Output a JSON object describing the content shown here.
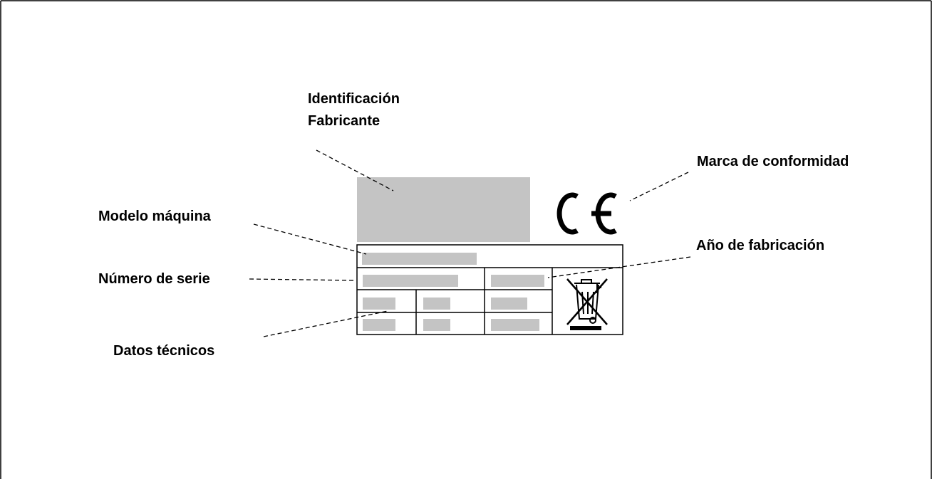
{
  "labels": {
    "manufacturer_line1": "Identificación",
    "manufacturer_line2": "Fabricante",
    "conformity_mark": "Marca de conformidad",
    "machine_model": "Modelo máquina",
    "year_of_manufacture": "Año de fabricación",
    "serial_number": "Número de serie",
    "technical_data": "Datos técnicos"
  },
  "ce_mark": "CE",
  "icons": {
    "weee": "crossed-out-wheelie-bin-icon"
  },
  "colors": {
    "placeholder_fill": "#c4c4c4",
    "line": "#000000",
    "background": "#ffffff"
  }
}
